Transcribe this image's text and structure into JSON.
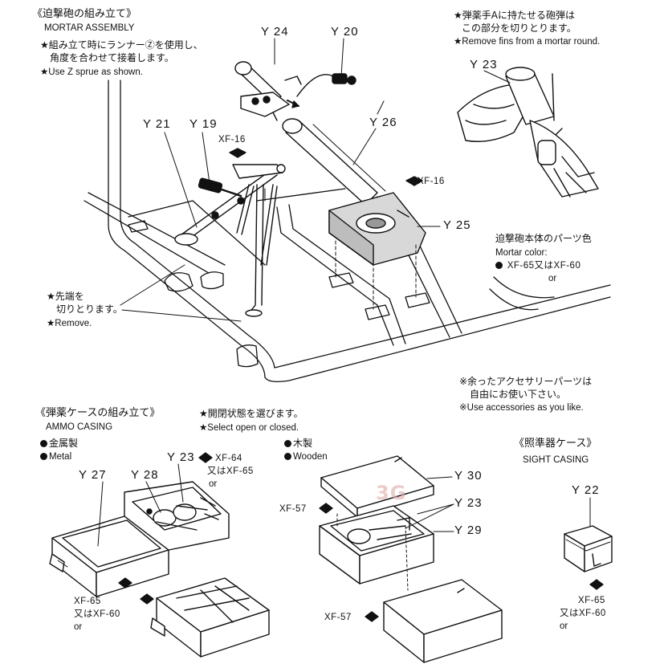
{
  "mortar": {
    "title_jp": "《迫撃砲の組み立て》",
    "title_en": "MORTAR ASSEMBLY",
    "note1_jp_1": "★組み立て時にランナーⓏを使用し、",
    "note1_jp_2": "角度を合わせて接着します。",
    "note1_en": "★Use Z sprue as shown.",
    "remove_jp_1": "★先端を",
    "remove_jp_2": "切りとります。",
    "remove_en": "★Remove.",
    "color_jp": "迫撃砲本体のパーツ色",
    "color_en": "Mortar color:",
    "color_code": "XF-65又はXF-60",
    "color_or": "or"
  },
  "loader": {
    "note_jp_1": "★弾薬手Aに持たせる砲弾は",
    "note_jp_2": "この部分を切りとります。",
    "note_en": "★Remove fins from a mortar round."
  },
  "accessories": {
    "note_jp_1": "※余ったアクセサリーパーツは",
    "note_jp_2": "自由にお使い下さい。",
    "note_en": "※Use accessories as you like."
  },
  "ammo": {
    "title_jp": "《弾薬ケースの組み立て》",
    "title_en": "AMMO CASING",
    "select_jp": "★開閉状態を選びます。",
    "select_en": "★Select open or closed.",
    "metal_jp": "金属製",
    "metal_en": "Metal",
    "wooden_jp": "木製",
    "wooden_en": "Wooden",
    "xf64_1": "XF-64",
    "xf64_2": "又はXF-65",
    "xf64_3": "or",
    "xf65": "XF-65",
    "xf65_2": "又はXF-60",
    "xf65_or": "or",
    "xf57_a": "XF-57",
    "xf57_b": "XF-57"
  },
  "sight": {
    "title_jp": "《照準器ケース》",
    "title_en": "SIGHT CASING",
    "xf65": "XF-65",
    "xf65_2": "又はXF-60",
    "xf65_or": "or"
  },
  "parts": {
    "y24": "Y 24",
    "y20": "Y 20",
    "y21": "Y 21",
    "y19": "Y 19",
    "y26": "Y 26",
    "y25": "Y 25",
    "y23_top": "Y 23",
    "xf16_a": "XF-16",
    "xf16_b": "XF-16",
    "y27": "Y 27",
    "y28": "Y 28",
    "y23_metal": "Y 23",
    "y30": "Y 30",
    "y23_wood": "Y 23",
    "y29": "Y 29",
    "y22": "Y 22"
  },
  "watermark": "3G"
}
